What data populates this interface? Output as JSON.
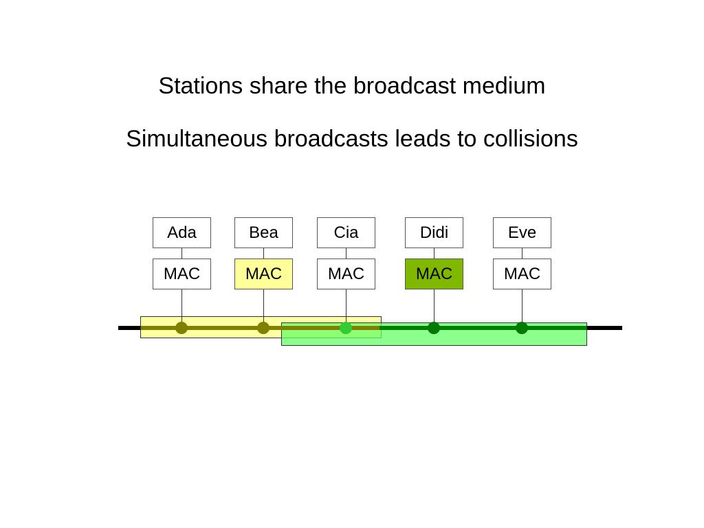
{
  "titles": {
    "line1": "Stations share the broadcast medium",
    "line2": "Simultaneous broadcasts leads  to collisions"
  },
  "stations": [
    {
      "name": "Ada",
      "mac": "MAC",
      "mac_color": "#ffffff"
    },
    {
      "name": "Bea",
      "mac": "MAC",
      "mac_color": "#ffff99"
    },
    {
      "name": "Cia",
      "mac": "MAC",
      "mac_color": "#ffffff"
    },
    {
      "name": "Didi",
      "mac": "MAC",
      "mac_color": "#80b800"
    },
    {
      "name": "Eve",
      "mac": "MAC",
      "mac_color": "#ffffff"
    }
  ],
  "colors": {
    "bus": "#000000",
    "yellow_band": "#ffff66",
    "green_band": "#66ff66",
    "yellow_signal_line": "#808000",
    "green_signal_line": "#008000",
    "dot_ada": "#808000",
    "dot_bea": "#808000",
    "dot_cia": "#33cc33",
    "dot_didi": "#007a00",
    "dot_eve": "#007a00"
  }
}
